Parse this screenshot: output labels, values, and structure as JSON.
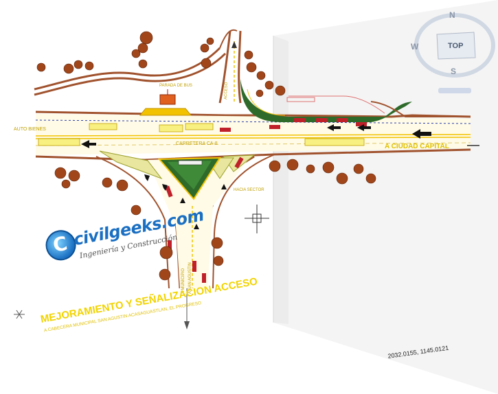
{
  "labels": {
    "parada_bus": "PARADA DE BUS",
    "auto_bienes": "AUTO BIENES",
    "carretera": "CARRETERA CA-8",
    "a_ciudad_capital": "A CIUDAD CAPITAL",
    "a_municipio": "A MUNICIPIO",
    "a_san_agustin": "A SAN AGUSTIN",
    "hacia_sector": "HACIA SECTOR",
    "road_text_top": "ACCESO"
  },
  "title": {
    "main": "MEJORAMIENTO Y SEÑALIZACION ACCESO",
    "sub": "A CABECERA MUNICIPAL SAN AGUSTIN ACASAGUASTLAN, EL PROGRESO"
  },
  "coords": "2032.0155, 1145.0121",
  "viewcube": {
    "top": "TOP",
    "n": "N",
    "w": "W",
    "s": "S"
  },
  "logo": {
    "name": "civilgeeks.com",
    "sub": "Ingeniería y Construcción",
    "c": "C"
  },
  "colors": {
    "road_edge": "#a0522d",
    "centerline": "#f2c200",
    "tree": "#a0461a",
    "title": "#f2d300",
    "island": "#2e6b2a"
  }
}
